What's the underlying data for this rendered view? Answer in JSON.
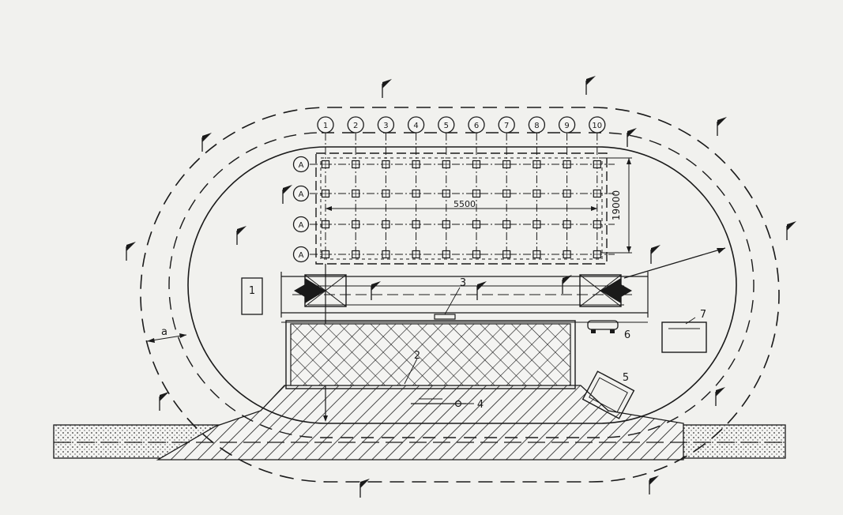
{
  "diagram": {
    "column_axes": [
      "1",
      "2",
      "3",
      "4",
      "5",
      "6",
      "7",
      "8",
      "9",
      "10"
    ],
    "row_axes": [
      "А",
      "А",
      "А",
      "А"
    ],
    "dimension_length": "5500",
    "dimension_width": "19000",
    "clearance_label": "а",
    "callouts": [
      "1",
      "2",
      "3",
      "4",
      "5",
      "6",
      "7"
    ],
    "colors": {
      "ink": "#1a1a1a",
      "paper": "#f4f4f2",
      "sand": "#cfcfcf"
    }
  }
}
